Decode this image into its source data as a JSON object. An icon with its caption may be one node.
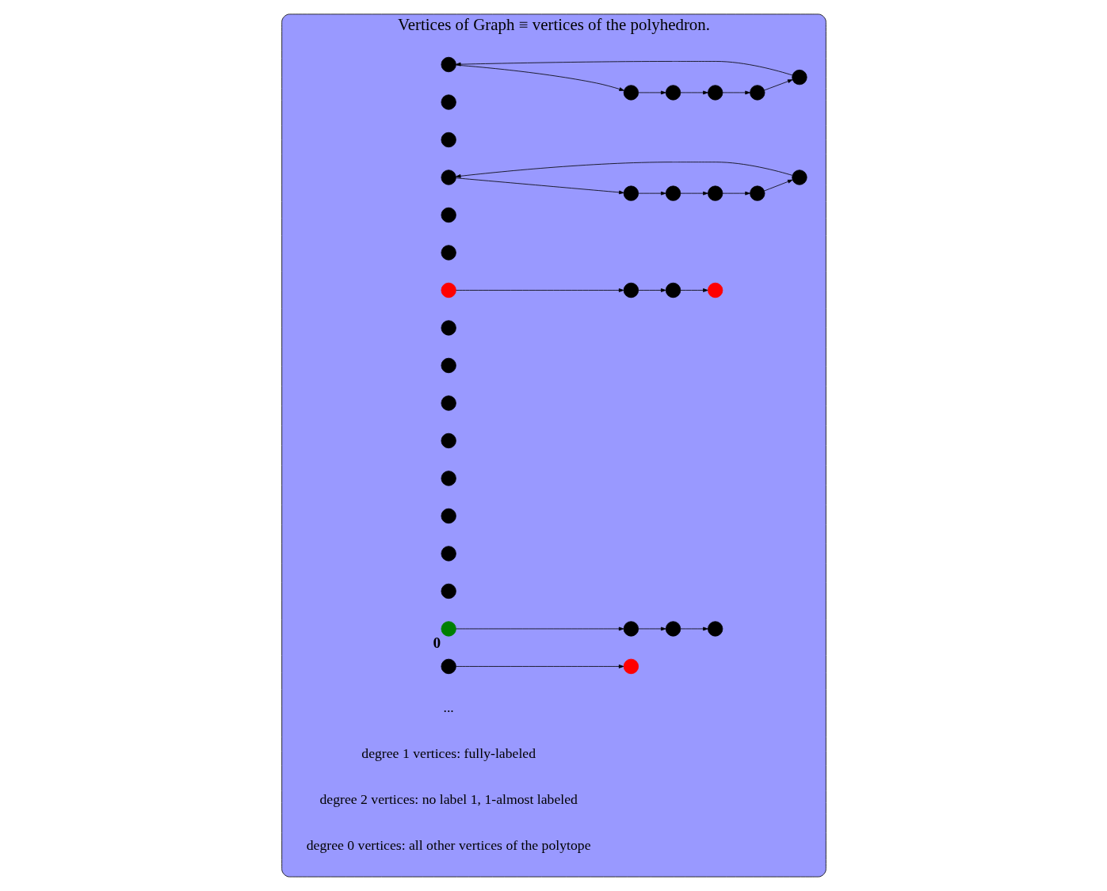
{
  "diagram": {
    "nodes": [
      {
        "text": [
          "Vertices of Graph ≡ vertices of the polyhedron."
        ]
      },
      {
        "text": [],
        "shape": "circle",
        "in": 0
      },
      {
        "text": [],
        "shape": "circle",
        "in": 0
      },
      {
        "text": [],
        "shape": "circle",
        "in": 0
      },
      {
        "text": [],
        "shape": "circle",
        "in": 0
      },
      {
        "text": [],
        "shape": "circle",
        "in": 0
      },
      {
        "text": [],
        "shape": "circle",
        "in": 0
      },
      {
        "text": [],
        "shape": "circle",
        "in": 0
      },
      {
        "text": [],
        "shape": "circle",
        "in": 0
      },
      {
        "text": [],
        "shape": "circle",
        "in": 0
      },
      {
        "text": [],
        "shape": "circle",
        "in": 0
      },
      {
        "text": [],
        "shape": "circle",
        "in": 0
      },
      {
        "text": [],
        "shape": "circle",
        "in": 0
      },
      {
        "text": [],
        "shape": "circle",
        "in": 0
      },
      {
        "text": [],
        "shape": "circle",
        "in": 0
      },
      {
        "text": [],
        "shape": "circle",
        "in": 0
      },
      {
        "text": [],
        "shape": "circle",
        "in": 0
      },
      {
        "text": [],
        "shape": "circle",
        "in": 0
      },
      {
        "text": [],
        "shape": "circle",
        "in": 0
      },
      {
        "text": [],
        "shape": "circle",
        "in": 0
      },
      {
        "text": [],
        "shape": "circle",
        "in": 0
      },
      {
        "text": [],
        "shape": "circle",
        "in": 0
      },
      {
        "text": [],
        "shape": "circle",
        "in": 0
      },
      {
        "text": [],
        "shape": "circle",
        "in": 0
      },
      {
        "text": [],
        "shape": "circle",
        "in": 0
      },
      {
        "text": [],
        "shape": "circle",
        "in": 0
      },
      {
        "text": [],
        "shape": "circle",
        "in": 0
      },
      {
        "text": [],
        "shape": "circle",
        "in": 0
      },
      {
        "text": [],
        "shape": "circle",
        "in": 0
      },
      {
        "text": [],
        "shape": "circle",
        "in": 0
      },
      {
        "text": [],
        "shape": "circle",
        "in": 0,
        "beside": [
          "0"
        ]
      },
      {
        "text": [],
        "shape": "circle",
        "in": 0
      },
      {
        "text": [],
        "shape": "circle",
        "in": 0
      },
      {
        "text": [],
        "shape": "circle",
        "in": 0
      },
      {
        "text": [],
        "shape": "circle",
        "in": 0
      }
    ],
    "edges": [
      {
        "from": 19,
        "to": 7,
        "arrow": "to"
      },
      {
        "from": 7,
        "to": 6,
        "arrow": "to"
      },
      {
        "from": 6,
        "to": 11,
        "arrow": "to"
      },
      {
        "from": 11,
        "to": 22,
        "arrow": "to"
      },
      {
        "from": 22,
        "to": 24,
        "arrow": "to"
      },
      {
        "from": 24,
        "to": 19,
        "arrow": "to"
      },
      {
        "from": 12,
        "to": 2,
        "arrow": "to"
      },
      {
        "from": 2,
        "to": 1,
        "arrow": "to"
      },
      {
        "from": 1,
        "to": 5,
        "arrow": "to"
      },
      {
        "from": 5,
        "to": 14,
        "arrow": "to"
      },
      {
        "from": 14,
        "to": 17,
        "arrow": "to"
      },
      {
        "from": 17,
        "to": 12,
        "arrow": "to"
      },
      {
        "from": 10,
        "to": 18,
        "arrow": "to"
      },
      {
        "from": 18,
        "to": 25,
        "arrow": "to"
      },
      {
        "from": 25,
        "to": 28,
        "arrow": "to"
      },
      {
        "from": 30,
        "to": 29,
        "arrow": "to"
      },
      {
        "from": 29,
        "to": 31,
        "arrow": "to"
      },
      {
        "from": 31,
        "to": 32,
        "arrow": "to"
      },
      {
        "from": 33,
        "to": 34,
        "arrow": "to"
      }
    ],
    "labels": [
      "...",
      "degree 1 vertices: fully-labeled",
      "degree 2 vertices: no label 1, 1-almost labeled",
      "degree 0 vertices: all other vertices of the polytope"
    ]
  }
}
